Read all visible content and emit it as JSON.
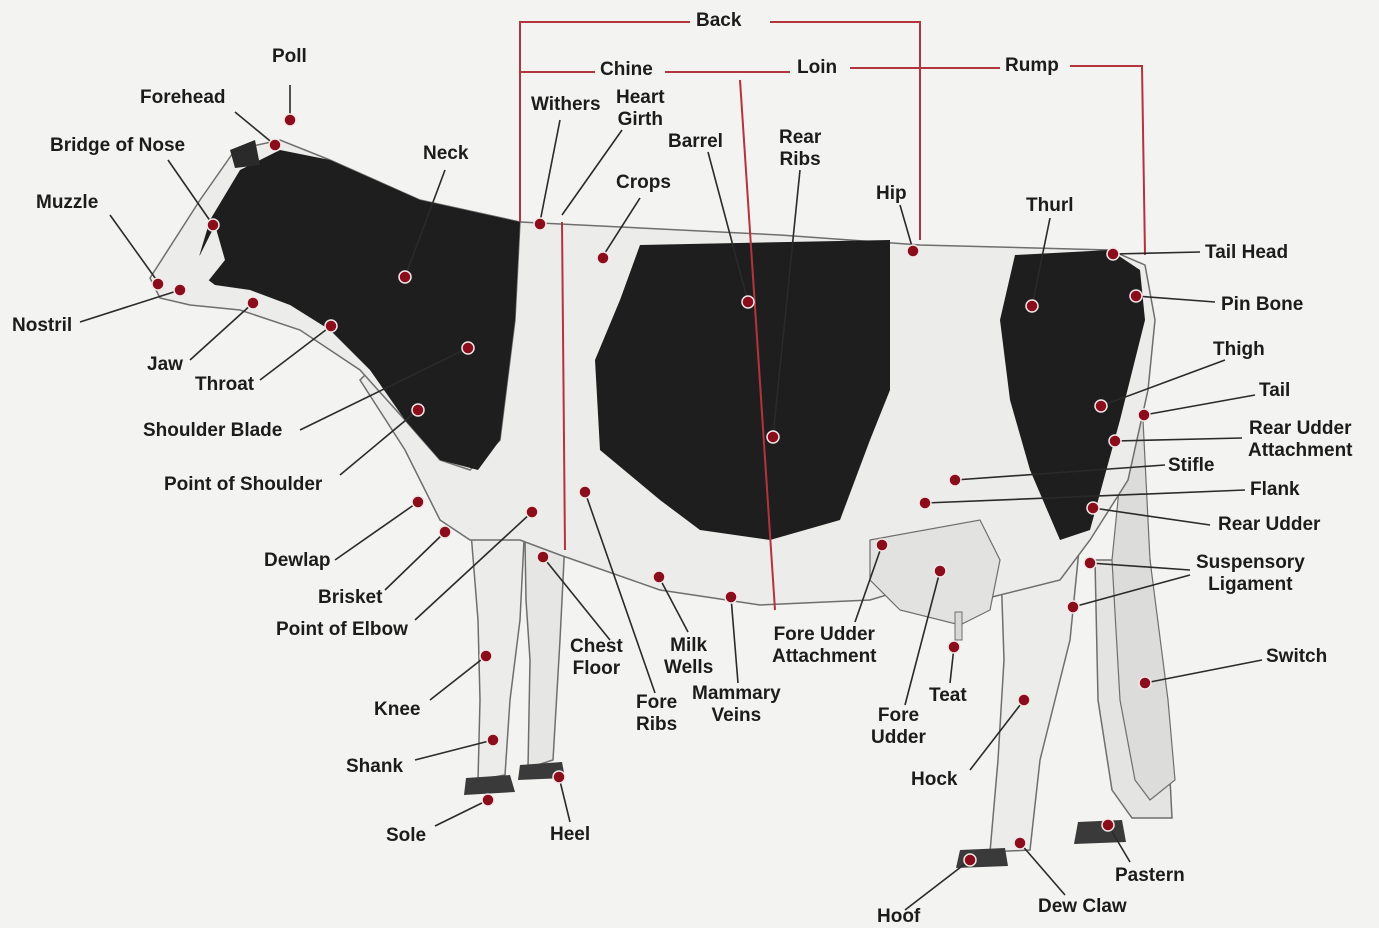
{
  "colors": {
    "marker": "#8b0d1c",
    "leader": "#2a2a2a",
    "bracket": "#b3343c",
    "cow_dark": "#1e1e1e",
    "cow_light": "#ececea",
    "background": "#f3f3f1"
  },
  "labels": {
    "back": "Back",
    "chine": "Chine",
    "loin": "Loin",
    "rump": "Rump",
    "poll": "Poll",
    "forehead": "Forehead",
    "bridge_of_nose": "Bridge of Nose",
    "muzzle": "Muzzle",
    "nostril": "Nostril",
    "jaw": "Jaw",
    "throat": "Throat",
    "neck": "Neck",
    "withers": "Withers",
    "heart_girth_1": "Heart",
    "heart_girth_2": "Girth",
    "barrel": "Barrel",
    "rear_ribs_1": "Rear",
    "rear_ribs_2": "Ribs",
    "crops": "Crops",
    "hip": "Hip",
    "thurl": "Thurl",
    "tail_head": "Tail Head",
    "pin_bone": "Pin Bone",
    "thigh": "Thigh",
    "tail": "Tail",
    "rear_udder_attachment_1": "Rear Udder",
    "rear_udder_attachment_2": "Attachment",
    "stifle": "Stifle",
    "flank": "Flank",
    "rear_udder": "Rear Udder",
    "suspensory_ligament_1": "Suspensory",
    "suspensory_ligament_2": "Ligament",
    "switch": "Switch",
    "shoulder_blade": "Shoulder Blade",
    "point_of_shoulder": "Point of Shoulder",
    "dewlap": "Dewlap",
    "brisket": "Brisket",
    "point_of_elbow": "Point of Elbow",
    "knee": "Knee",
    "shank": "Shank",
    "sole": "Sole",
    "heel": "Heel",
    "chest_floor_1": "Chest",
    "chest_floor_2": "Floor",
    "fore_ribs_1": "Fore",
    "fore_ribs_2": "Ribs",
    "milk_wells_1": "Milk",
    "milk_wells_2": "Wells",
    "mammary_veins_1": "Mammary",
    "mammary_veins_2": "Veins",
    "fore_udder_attachment_1": "Fore Udder",
    "fore_udder_attachment_2": "Attachment",
    "fore_udder_1": "Fore",
    "fore_udder_2": "Udder",
    "teat": "Teat",
    "hock": "Hock",
    "hoof": "Hoof",
    "dew_claw": "Dew Claw",
    "pastern": "Pastern"
  }
}
